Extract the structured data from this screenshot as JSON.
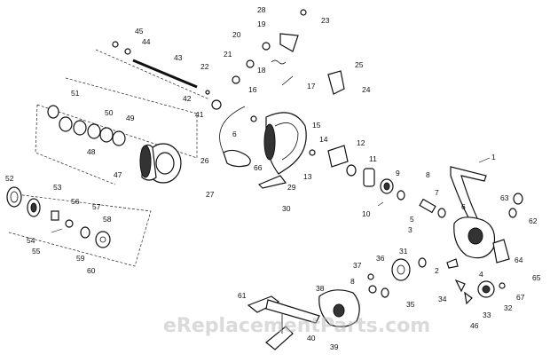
{
  "watermark": "eReplacementParts.com",
  "callouts": [
    "1",
    "2",
    "3",
    "4",
    "5",
    "6",
    "6",
    "7",
    "8",
    "8",
    "9",
    "10",
    "11",
    "12",
    "13",
    "14",
    "15",
    "16",
    "17",
    "18",
    "19",
    "20",
    "21",
    "22",
    "23",
    "24",
    "25",
    "26",
    "27",
    "28",
    "29",
    "30",
    "31",
    "32",
    "33",
    "34",
    "35",
    "36",
    "37",
    "38",
    "39",
    "40",
    "41",
    "42",
    "43",
    "44",
    "45",
    "46",
    "47",
    "48",
    "49",
    "50",
    "51",
    "52",
    "53",
    "54",
    "55",
    "56",
    "57",
    "58",
    "59",
    "60",
    "61",
    "62",
    "63",
    "64",
    "65",
    "66",
    "67"
  ]
}
